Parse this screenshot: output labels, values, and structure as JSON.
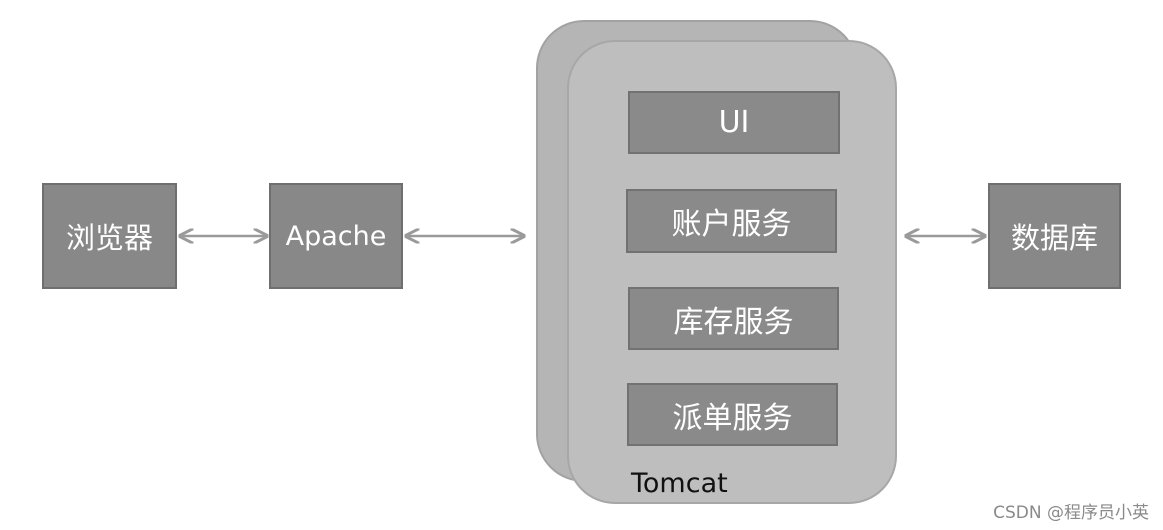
{
  "nodes": {
    "browser": "浏览器",
    "apache": "Apache",
    "database": "数据库"
  },
  "tomcat": {
    "label": "Tomcat",
    "services": [
      "UI",
      "账户服务",
      "库存服务",
      "派单服务"
    ]
  },
  "watermark": "CSDN @程序员小英",
  "colors": {
    "node_fill": "#888888",
    "container_fill": "#bebebe",
    "arrow": "#9a9a9a"
  }
}
